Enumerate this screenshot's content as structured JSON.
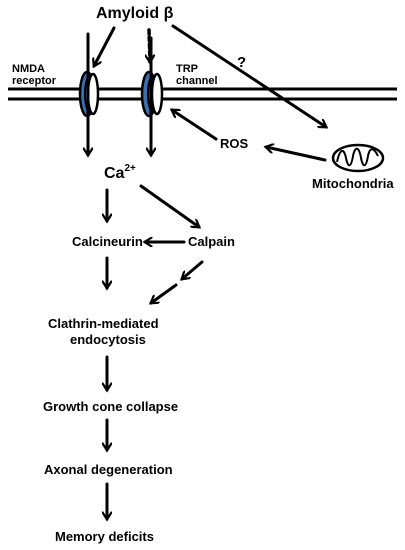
{
  "labels": {
    "amyloid": "Amyloid β",
    "nmda_line1": "NMDA",
    "nmda_line2": "receptor",
    "trp_line1": "TRP",
    "trp_line2": "channel",
    "question": "?",
    "ros": "ROS",
    "mitochondria": "Mitochondria",
    "calcium_base": "Ca",
    "calcium_sup": "2+",
    "calcineurin": "Calcineurin",
    "calpain": "Calpain",
    "clathrin_line1": "Clathrin-mediated",
    "clathrin_line2": "endocytosis",
    "growth_cone": "Growth cone collapse",
    "axonal": "Axonal degeneration",
    "memory": "Memory deficits"
  },
  "colors": {
    "line": "#000000",
    "channel_fill": "#3a6fb0",
    "background": "#ffffff"
  }
}
